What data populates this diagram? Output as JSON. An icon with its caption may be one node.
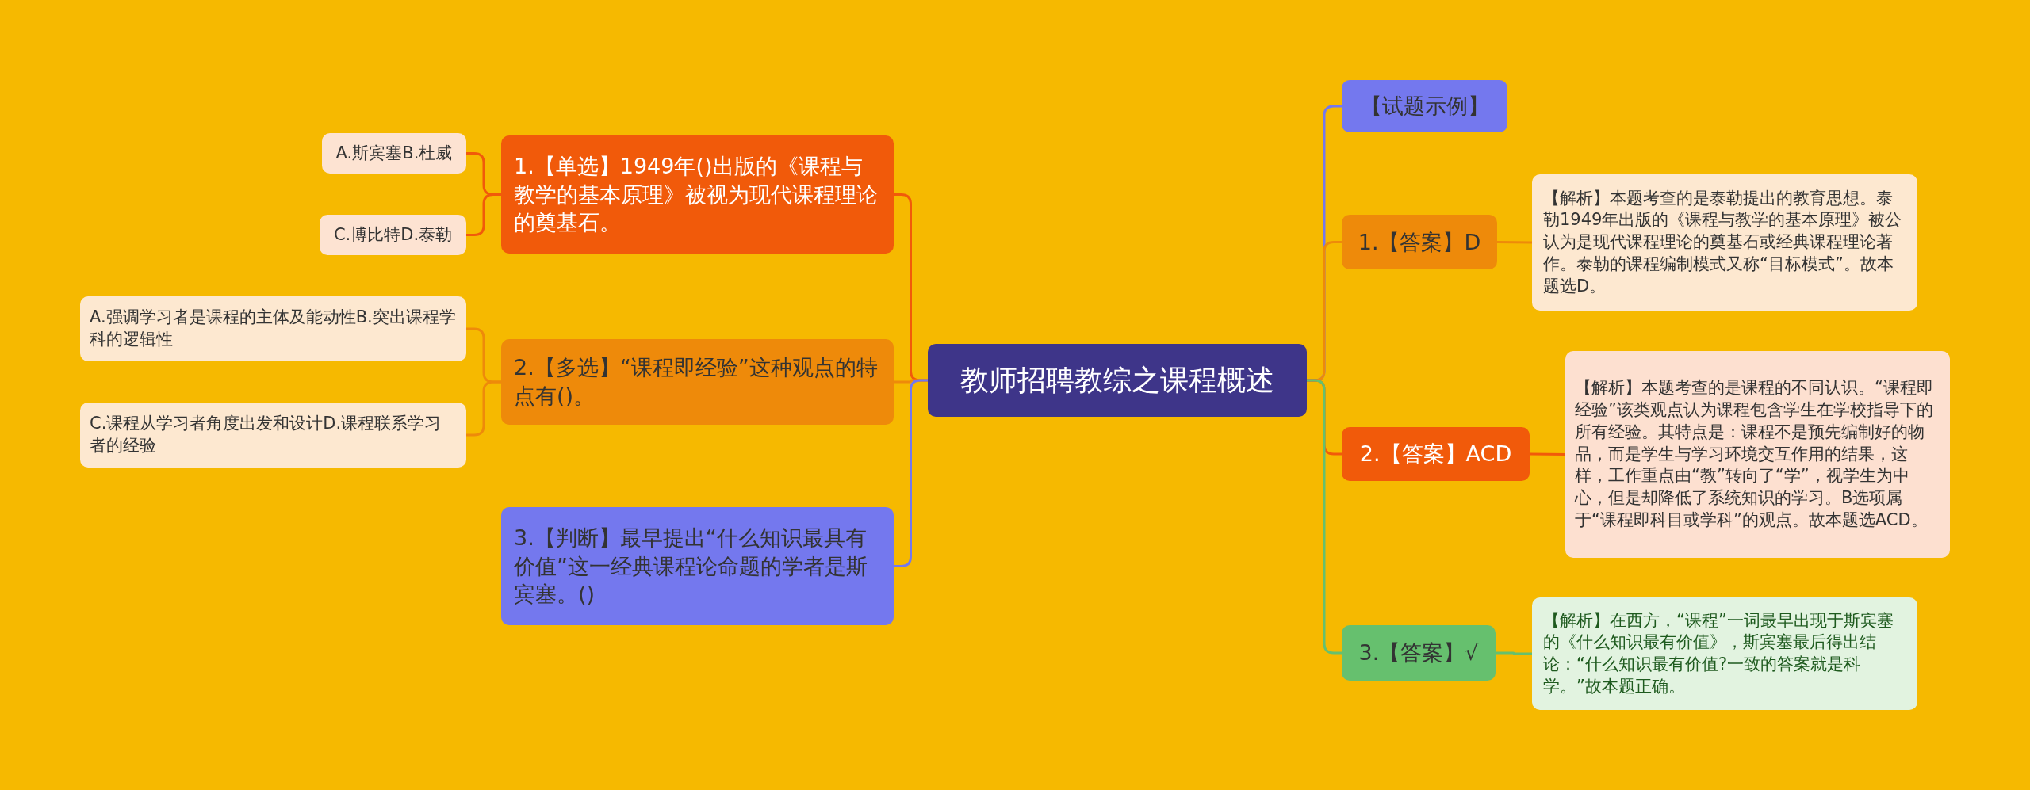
{
  "diagram": {
    "nodes": [
      {
        "text": [
          "教师招聘教综之课程概述"
        ]
      },
      {
        "text": [
          "1.【单选】1949年()出版的《课程与教学的基本原理》被视为现代课程理论的奠基石。"
        ]
      },
      {
        "text": [
          "A.斯宾塞B.杜威"
        ]
      },
      {
        "text": [
          "C.博比特D.泰勒"
        ]
      },
      {
        "text": [
          "2.【多选】“课程即经验”这种观点的特点有()。"
        ]
      },
      {
        "text": [
          "A.强调学习者是课程的主体及能动性B.突出课程学科的逻辑性"
        ]
      },
      {
        "text": [
          "C.课程从学习者角度出发和设计D.课程联系学习者的经验"
        ]
      },
      {
        "text": [
          "3.【判断】最早提出“什么知识最具有价值”这一经典课程论命题的学者是斯宾塞。()"
        ]
      },
      {
        "text": [
          "【试题示例】"
        ]
      },
      {
        "text": [
          "1.【答案】D"
        ]
      },
      {
        "text": [
          "【解析】本题考查的是泰勒提出的教育思想。泰勒1949年出版的《课程与教学的基本原理》被公认为是现代课程理论的奠基石或经典课程理论著作。泰勒的课程编制模式又称“目标模式”。故本题选D。"
        ]
      },
      {
        "text": [
          "2.【答案】ACD"
        ]
      },
      {
        "text": [
          "【解析】本题考查的是课程的不同认识。“课程即经验”该类观点认为课程包含学生在学校指导下的所有经验。其特点是：课程不是预先编制好的物品，而是学生与学习环境交互作用的结果，这样，工作重点由“教”转向了“学”，视学生为中心，但是却降低了系统知识的学习。B选项属于“课程即科目或学科”的观点。故本题选ACD。"
        ]
      },
      {
        "text": [
          "3.【答案】√"
        ]
      },
      {
        "text": [
          "【解析】在西方，“课程”一词最早出现于斯宾塞的《什么知识最有价值》，斯宾塞最后得出结论：“什么知识最有价值?一致的答案就是科学。”故本题正确。"
        ]
      }
    ],
    "edges": [
      {
        "from": 0,
        "to": 1,
        "arrow": "none",
        "color": "#f15a0a"
      },
      {
        "from": 1,
        "to": 2,
        "arrow": "none",
        "color": "#f15a0a"
      },
      {
        "from": 1,
        "to": 3,
        "arrow": "none",
        "color": "#f15a0a"
      },
      {
        "from": 0,
        "to": 4,
        "arrow": "none",
        "color": "#ee8a0a"
      },
      {
        "from": 4,
        "to": 5,
        "arrow": "none",
        "color": "#ee8a0a"
      },
      {
        "from": 4,
        "to": 6,
        "arrow": "none",
        "color": "#ee8a0a"
      },
      {
        "from": 0,
        "to": 7,
        "arrow": "none",
        "color": "#7478ee"
      },
      {
        "from": 0,
        "to": 8,
        "arrow": "none",
        "color": "#7478ee"
      },
      {
        "from": 0,
        "to": 9,
        "arrow": "none",
        "color": "#ee8a0a"
      },
      {
        "from": 9,
        "to": 10,
        "arrow": "none",
        "color": "#ee8a0a"
      },
      {
        "from": 0,
        "to": 11,
        "arrow": "none",
        "color": "#f15a0a"
      },
      {
        "from": 11,
        "to": 12,
        "arrow": "none",
        "color": "#f15a0a"
      },
      {
        "from": 0,
        "to": 13,
        "arrow": "none",
        "color": "#66c06e"
      },
      {
        "from": 13,
        "to": 14,
        "arrow": "none",
        "color": "#66c06e"
      }
    ]
  }
}
